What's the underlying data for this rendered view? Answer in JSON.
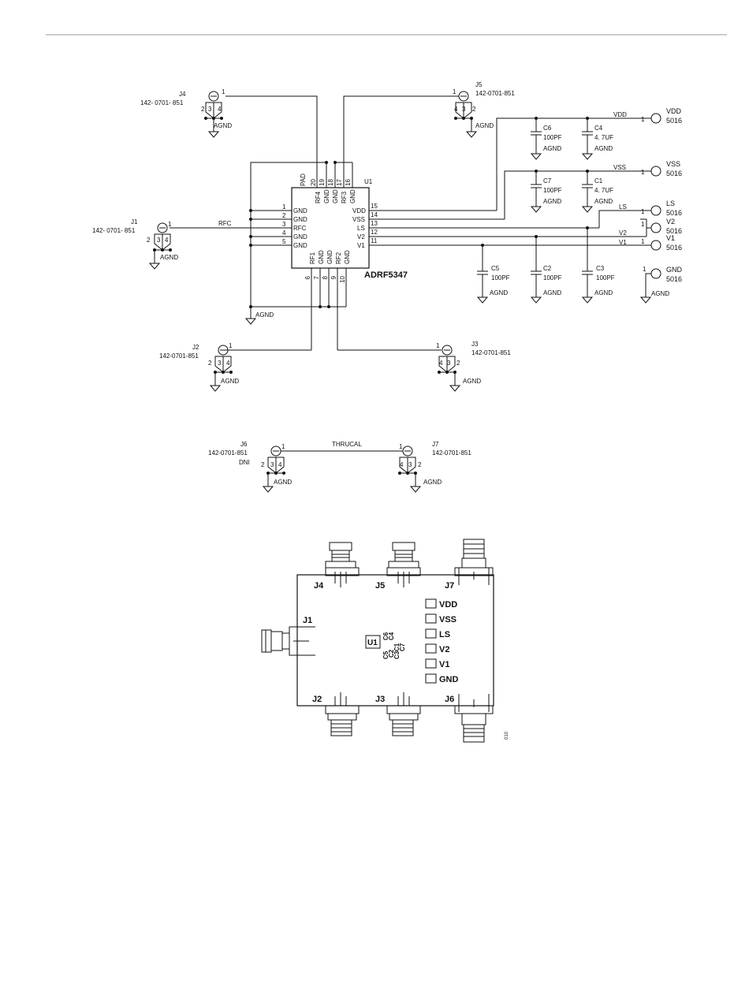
{
  "chip": {
    "ref": "U1",
    "part": "ADRF5347",
    "left_pins": [
      {
        "num": "1",
        "name": "GND"
      },
      {
        "num": "2",
        "name": "GND"
      },
      {
        "num": "3",
        "name": "RFC"
      },
      {
        "num": "4",
        "name": "GND"
      },
      {
        "num": "5",
        "name": "GND"
      }
    ],
    "right_pins": [
      {
        "num": "15",
        "name": "VDD"
      },
      {
        "num": "14",
        "name": "VSS"
      },
      {
        "num": "13",
        "name": "LS"
      },
      {
        "num": "12",
        "name": "V2"
      },
      {
        "num": "11",
        "name": "V1"
      }
    ],
    "top_pins": [
      {
        "num": "20",
        "name": "RF4"
      },
      {
        "num": "19",
        "name": "GND"
      },
      {
        "num": "18",
        "name": "GND"
      },
      {
        "num": "17",
        "name": "RF3"
      },
      {
        "num": "16",
        "name": "GND"
      }
    ],
    "pad_label": "PAD",
    "bottom_pins": [
      {
        "num": "6",
        "name": "RF1"
      },
      {
        "num": "7",
        "name": "GND"
      },
      {
        "num": "8",
        "name": "GND"
      },
      {
        "num": "9",
        "name": "RF2"
      },
      {
        "num": "10",
        "name": "GND"
      }
    ]
  },
  "connectors": {
    "j1": {
      "ref": "J1",
      "part": "142- 0701- 851"
    },
    "j2": {
      "ref": "J2",
      "part": "142-0701-851"
    },
    "j3": {
      "ref": "J3",
      "part": "142-0701-851"
    },
    "j4": {
      "ref": "J4",
      "part": "142- 0701- 851"
    },
    "j5": {
      "ref": "J5",
      "part": "142-0701-851"
    },
    "j6": {
      "ref": "J6",
      "part": "142-0701-851",
      "note": "DNI"
    },
    "j7": {
      "ref": "J7",
      "part": "142-0701-851"
    },
    "pins": {
      "p1": "1",
      "p2": "2",
      "p3": "3",
      "p4": "4"
    }
  },
  "capacitors": {
    "c6": {
      "ref": "C6",
      "value": "100PF"
    },
    "c4": {
      "ref": "C4",
      "value": "4. 7UF"
    },
    "c7": {
      "ref": "C7",
      "value": "100PF"
    },
    "c1": {
      "ref": "C1",
      "value": "4. 7UF"
    },
    "c5": {
      "ref": "C5",
      "value": "100PF"
    },
    "c2": {
      "ref": "C2",
      "value": "100PF"
    },
    "c3": {
      "ref": "C3",
      "value": "100PF"
    }
  },
  "terminals": [
    {
      "name": "VDD",
      "part": "5016",
      "pin": "1"
    },
    {
      "name": "VSS",
      "part": "5016",
      "pin": "1"
    },
    {
      "name": "LS",
      "part": "5016",
      "pin": "1"
    },
    {
      "name": "V2",
      "part": "5016",
      "pin": "1"
    },
    {
      "name": "V1",
      "part": "5016",
      "pin": "1"
    },
    {
      "name": "GND",
      "part": "5016",
      "pin": "1"
    }
  ],
  "nets": {
    "vdd": "VDD",
    "vss": "VSS",
    "ls": "LS",
    "v2": "V2",
    "v1": "V1",
    "rfc": "RFC",
    "thrucal": "THRUCAL",
    "agnd": "AGND"
  },
  "pcb": {
    "labels": [
      "J4",
      "J5",
      "J7",
      "J1",
      "J2",
      "J3",
      "J6",
      "U1"
    ],
    "pads": [
      "VDD",
      "VSS",
      "LS",
      "V2",
      "V1",
      "GND"
    ],
    "caps_a": "C6",
    "caps_b": "C4",
    "caps_c": "C1",
    "caps_d": "C5",
    "caps_e": "C2",
    "caps_f": "C3",
    "caps_g": "C7",
    "figure_code": "010"
  }
}
